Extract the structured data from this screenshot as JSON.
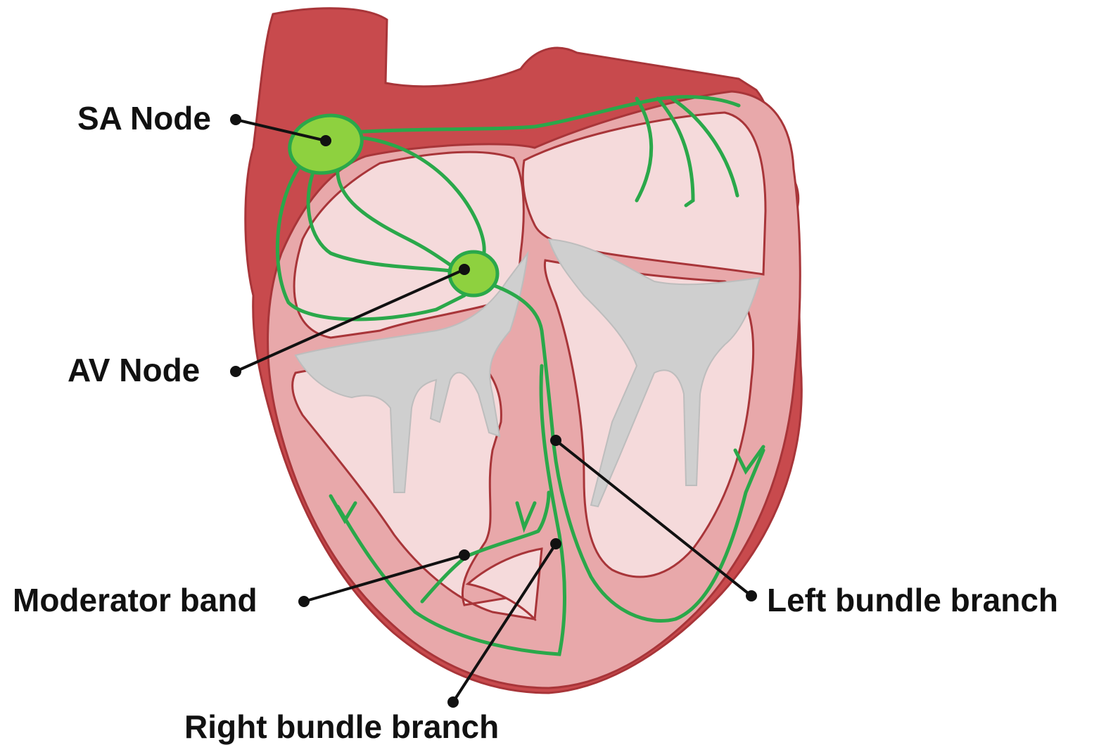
{
  "labels": {
    "sa_node": "SA Node",
    "av_node": "AV Node",
    "moderator_band": "Moderator band",
    "left_bundle_branch": "Left bundle branch",
    "right_bundle_branch": "Right bundle branch"
  },
  "colors": {
    "outer_wall": "#c84a4d",
    "outer_wall_stroke": "#a83539",
    "myocardium": "#e8a8aa",
    "chamber": "#f5dadb",
    "valve": "#cfcfcf",
    "conduction": "#2aa84a",
    "node_fill": "#8ed13f",
    "leader": "#111111"
  }
}
